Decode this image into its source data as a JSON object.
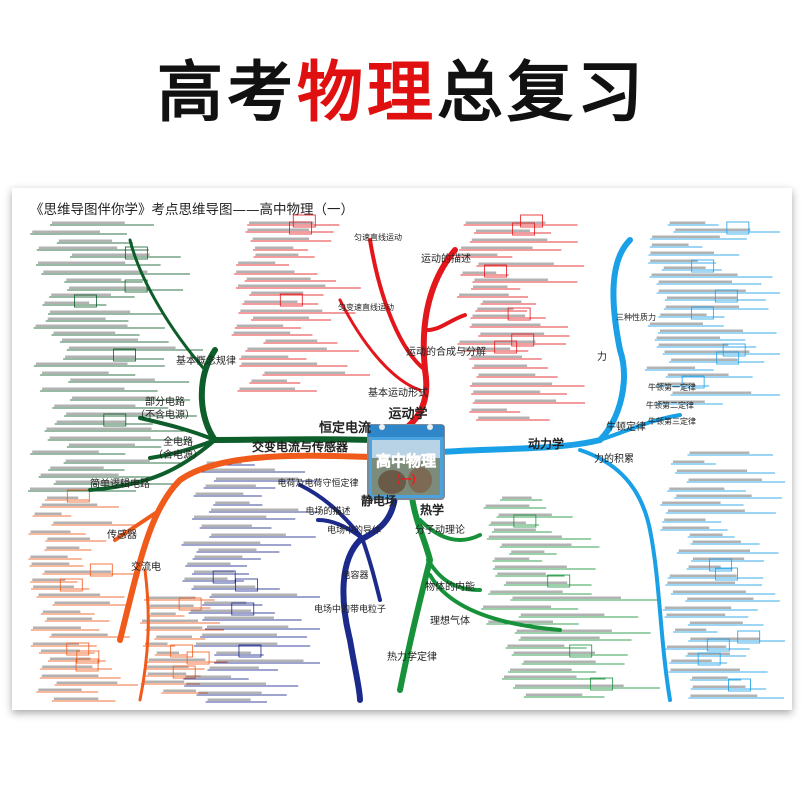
{
  "headline": {
    "part1": "高考",
    "highlight": "物理",
    "part2": "总复习",
    "highlight_color": "#e01010"
  },
  "poster": {
    "subtitle": "《思维导图伴你学》考点思维导图——高中物理（一）",
    "center": {
      "title": "高中物理",
      "subtitle": "（一）"
    },
    "branches": {
      "kinematics": {
        "label": "运动学",
        "color": "#e3171b",
        "subs": [
          "运动的描述",
          "运动的合成与分解",
          "基本运动形式",
          "匀变速直线运动",
          "匀速直线运动"
        ]
      },
      "current": {
        "label": "恒定电流",
        "color": "#0d5e2a",
        "subs": [
          "基本概念规律",
          "部分电路",
          "（不含电源）",
          "全电路",
          "（含电源）",
          "简单逻辑电路"
        ]
      },
      "ac": {
        "label": "交变电流与传感器",
        "color": "#f05a1a",
        "subs": [
          "传感器",
          "交流电"
        ]
      },
      "electrostatics": {
        "label": "静电场",
        "color": "#1c2a8c",
        "subs": [
          "电荷及电荷守恒定律",
          "电场的描述",
          "电场中的导体",
          "电容器",
          "电场中的带电粒子"
        ]
      },
      "thermal": {
        "label": "热学",
        "color": "#17923a",
        "subs": [
          "分子动理论",
          "物体的内能",
          "理想气体",
          "热力学定律"
        ]
      },
      "dynamics": {
        "label": "动力学",
        "color": "#1aa0e6",
        "subs": [
          "力",
          "牛顿定律",
          "力的积累",
          "三种性质力",
          "牛顿第一定律",
          "牛顿第二定律",
          "牛顿第三定律"
        ]
      }
    }
  }
}
